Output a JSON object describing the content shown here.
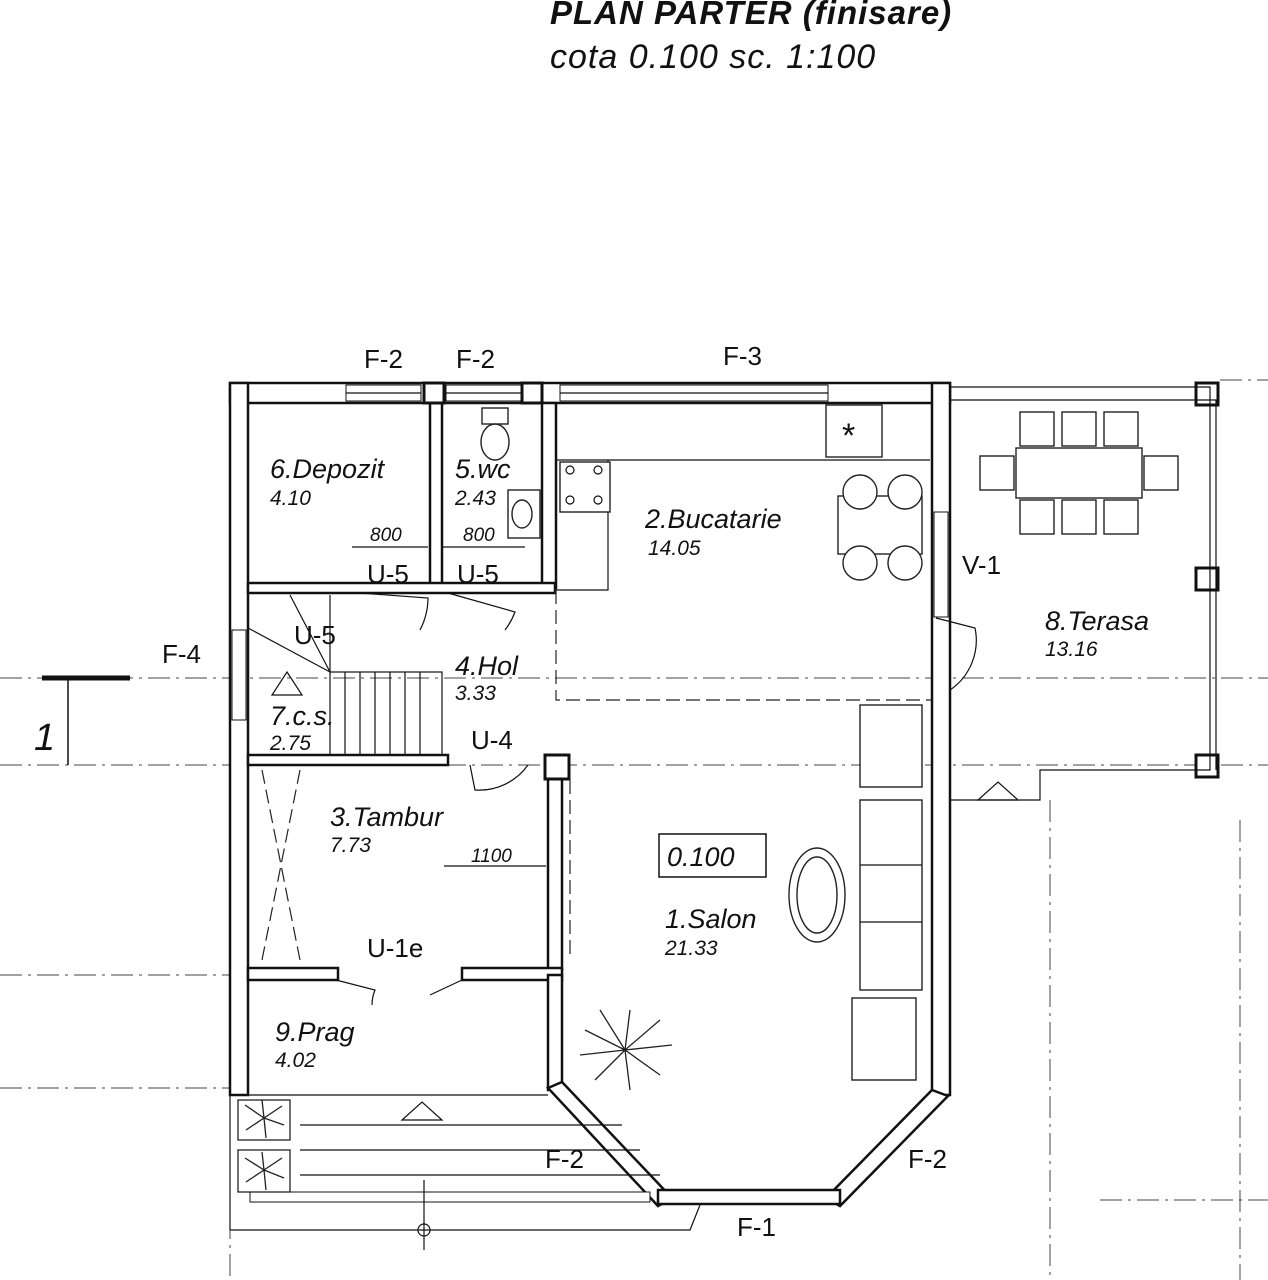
{
  "header": {
    "title": "PLAN  PARTER (finisare)",
    "subtitle": "cota 0.100  sc. 1:100"
  },
  "rooms": [
    {
      "name": "6.Depozit",
      "area": "4.10"
    },
    {
      "name": "5.wc",
      "area": "2.43"
    },
    {
      "name": "2.Bucatarie",
      "area": "14.05"
    },
    {
      "name": "4.Hol",
      "area": "3.33"
    },
    {
      "name": "7.c.s.",
      "area": "2.75"
    },
    {
      "name": "3.Tambur",
      "area": "7.73"
    },
    {
      "name": "1.Salon",
      "area": "21.33"
    },
    {
      "name": "9.Prag",
      "area": "4.02"
    },
    {
      "name": "8.Terasa",
      "area": "13.16"
    }
  ],
  "openings": {
    "f2_top_a": "F-2",
    "f2_top_b": "F-2",
    "f3": "F-3",
    "f4": "F-4",
    "v1": "V-1",
    "u5_a": "U-5",
    "u5_b": "U-5",
    "u5_c": "U-5",
    "u4": "U-4",
    "u1e": "U-1e",
    "f2_bottom_left": "F-2",
    "f2_bottom_right": "F-2",
    "f1": "F-1"
  },
  "dimensions": {
    "door_depozit": "800",
    "door_wc": "800",
    "tambur": "1100"
  },
  "level_mark": "0.100",
  "section_mark": "1",
  "stove_symbol": "*"
}
